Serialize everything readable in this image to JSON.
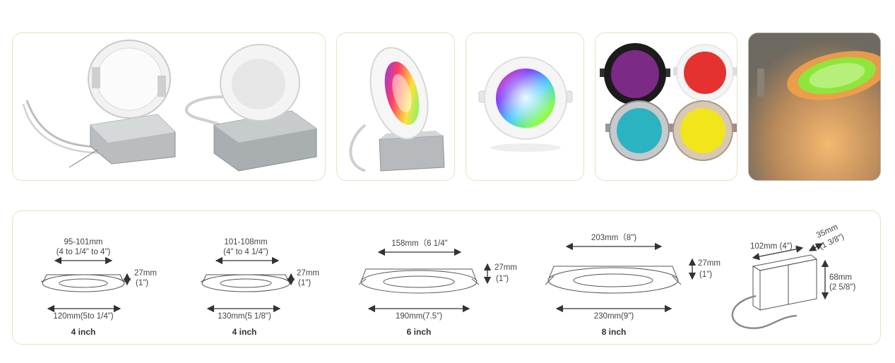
{
  "colors": {
    "panel_border": "#dfe6c4",
    "arrow": "#333333",
    "purple": "#7b2a86",
    "red": "#e5312f",
    "cyan": "#2bb3c2",
    "yellow": "#f2e51b",
    "amber": "#f2a04a",
    "green": "#8fe63a"
  },
  "models": [
    {
      "top_dim": "95-101mm",
      "top_dim_imperial": "(4 to 1/4\" to 4\")",
      "height_dim": "27mm",
      "height_dim_imperial": "(1\")",
      "bottom_dim": "120mm(5to 1/4\")",
      "size": "4 inch"
    },
    {
      "top_dim": "101-108mm",
      "top_dim_imperial": "(4\" to 4 1/4\")",
      "height_dim": "27mm",
      "height_dim_imperial": "(1\")",
      "bottom_dim": "130mm(5 1/8\")",
      "size": "4 inch"
    },
    {
      "top_dim": "158mm（6 1/4\"",
      "height_dim": "27mm",
      "height_dim_imperial": "(1\")",
      "bottom_dim": "190mm(7.5\")",
      "size": "6 inch"
    },
    {
      "top_dim": "203mm（8\")",
      "height_dim": "27mm",
      "height_dim_imperial": "(1\")",
      "bottom_dim": "230mm(9\")",
      "size": "8 inch"
    }
  ],
  "junction_box": {
    "width": "102mm (4\")",
    "depth": "35mm",
    "depth_imperial": "(1  3/8\")",
    "height": "68mm",
    "height_imperial": "(2  5/8\")"
  }
}
